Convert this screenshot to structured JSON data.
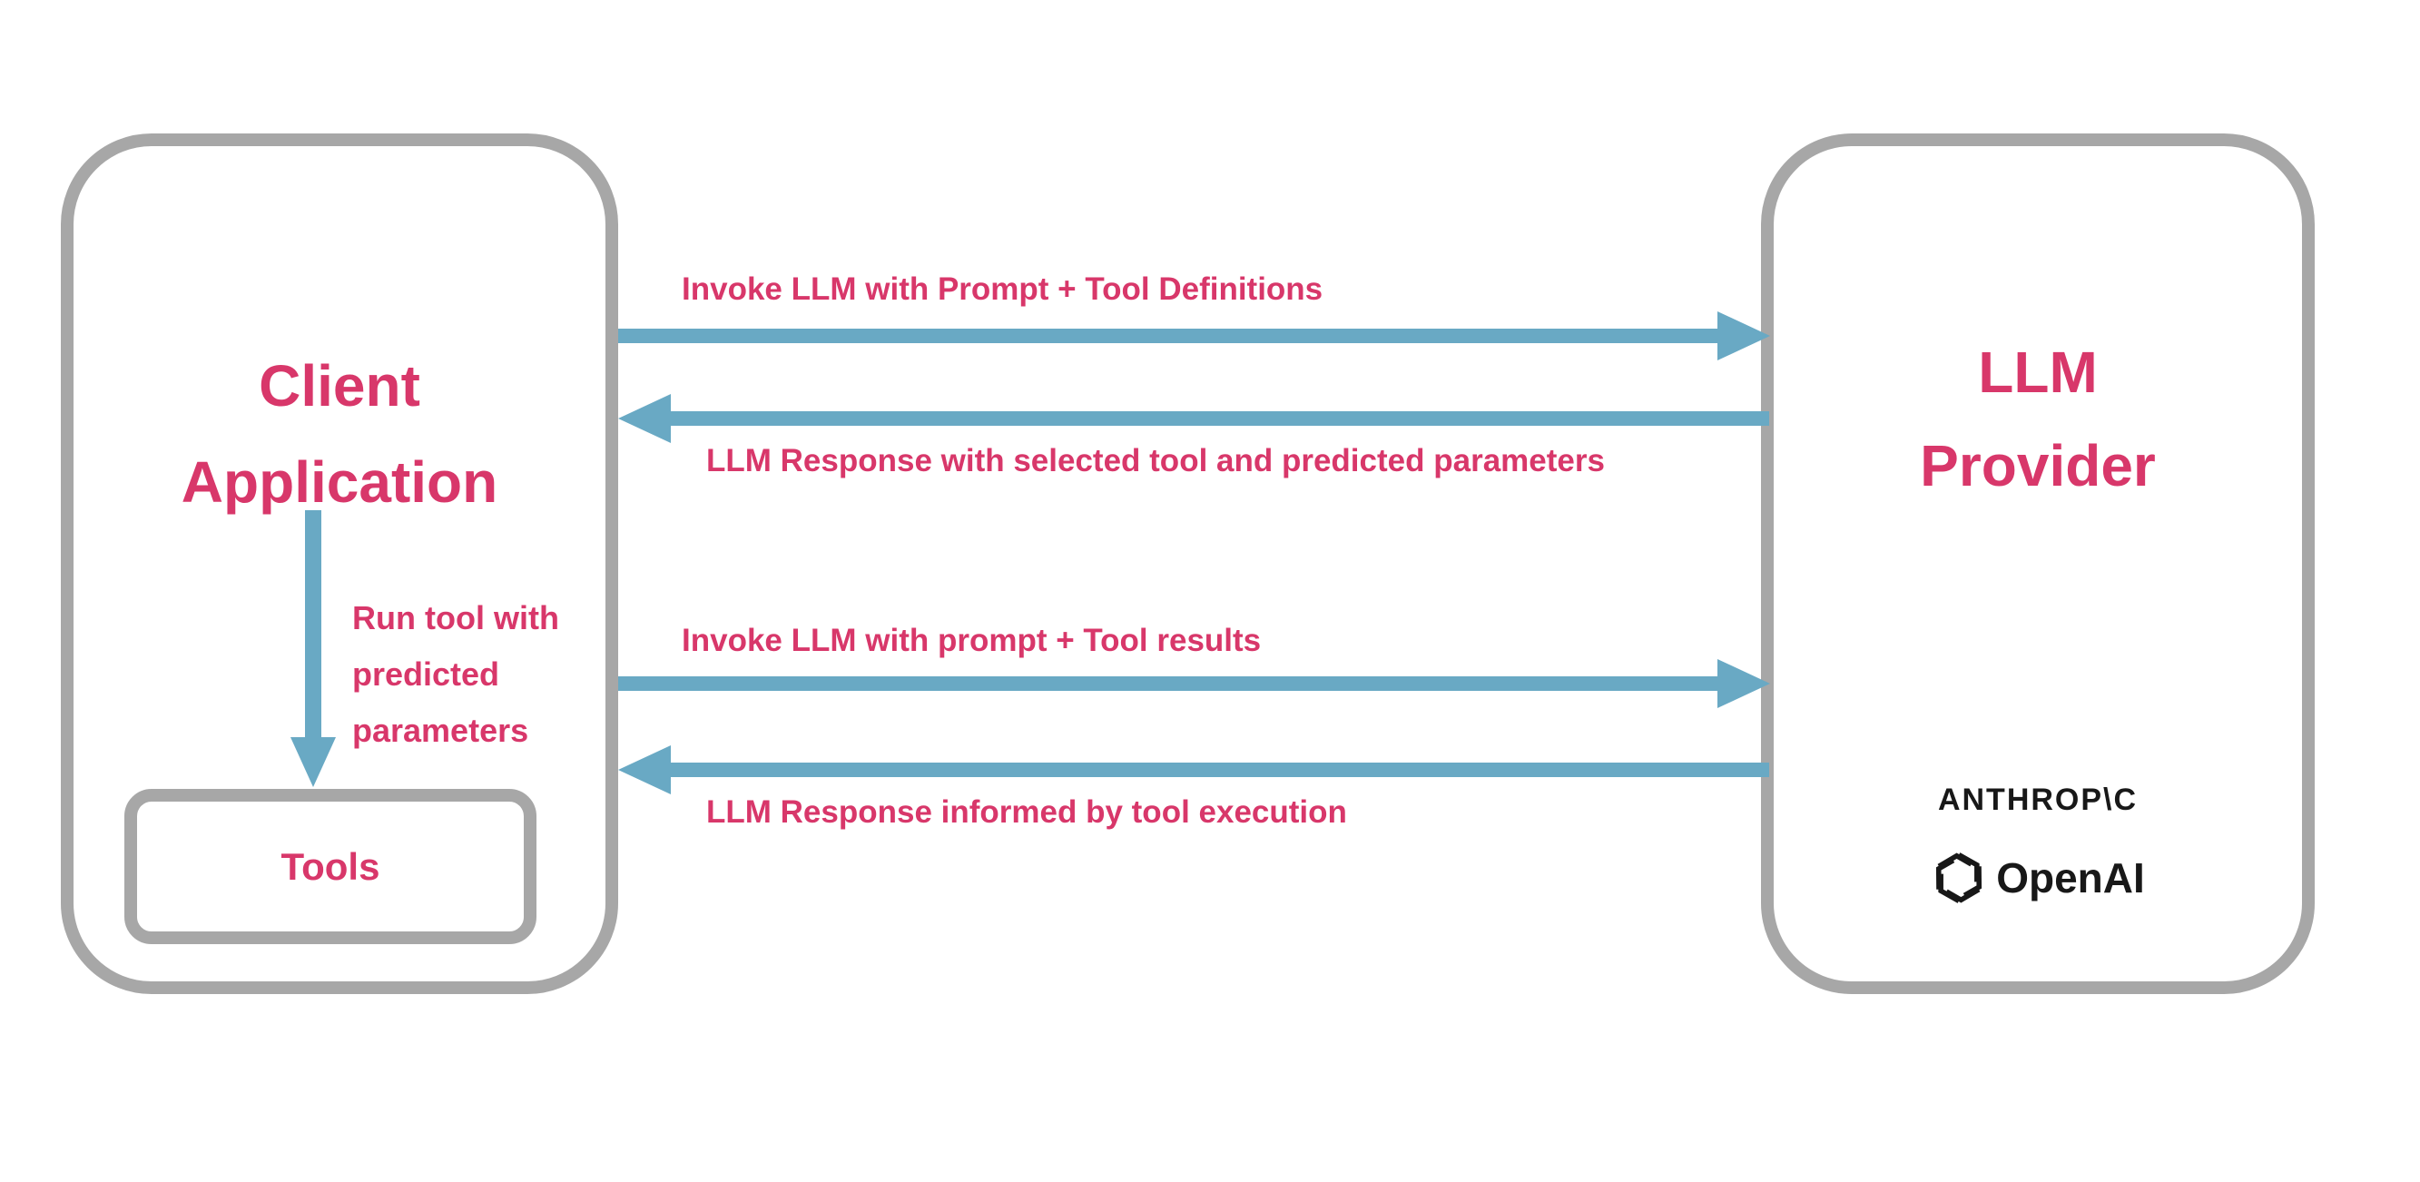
{
  "diagram": {
    "client": {
      "title_line1": "Client",
      "title_line2": "Application",
      "run_tool_label": "Run tool with\npredicted\nparameters",
      "tools_label": "Tools"
    },
    "llm": {
      "title_line1": "LLM",
      "title_line2": "Provider",
      "anthropic_logo_text": "ANTHROP\\C",
      "openai_logo_text": "OpenAI"
    },
    "flows": [
      {
        "label": "Invoke LLM with Prompt + Tool Definitions",
        "direction": "right"
      },
      {
        "label": "LLM Response with selected tool and predicted parameters",
        "direction": "left"
      },
      {
        "label": "Invoke LLM with prompt + Tool results",
        "direction": "right"
      },
      {
        "label": "LLM Response informed by tool execution",
        "direction": "left"
      }
    ],
    "colors": {
      "accent_pink": "#D8376A",
      "arrow_blue": "#69A9C4",
      "border_gray": "#A7A7A7",
      "logo_black": "#181818"
    }
  }
}
